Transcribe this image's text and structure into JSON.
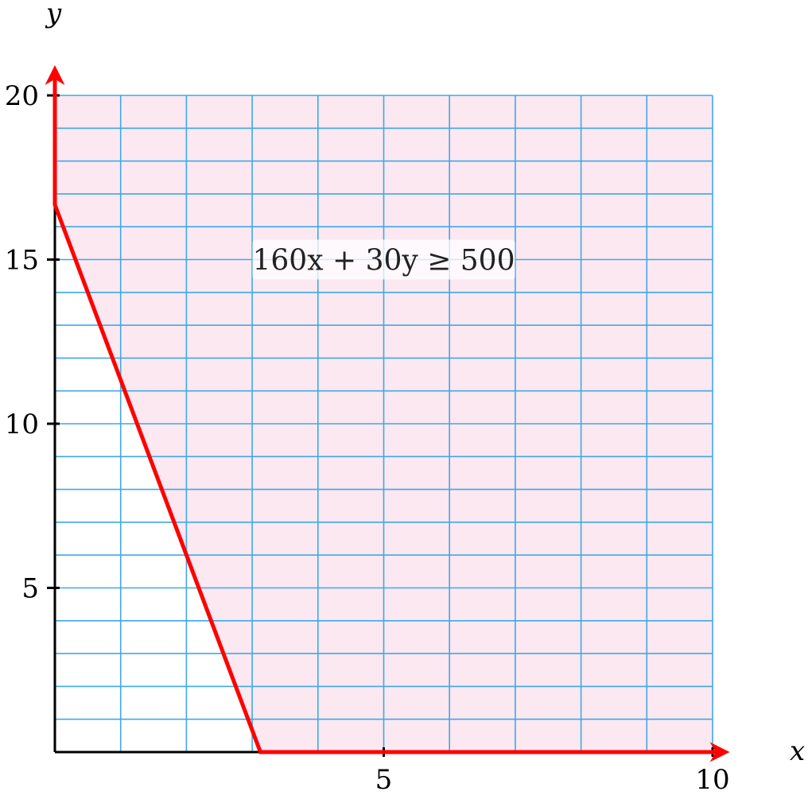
{
  "chart_data": {
    "type": "area",
    "xlabel": "x",
    "ylabel": "y",
    "xlim": [
      0,
      10
    ],
    "ylim": [
      0,
      20
    ],
    "x_ticks": [
      5,
      10
    ],
    "y_ticks": [
      5,
      10,
      15,
      20
    ],
    "grid": {
      "on": true,
      "x_step": 1,
      "y_step": 1,
      "color": "#3fa9e6"
    },
    "region": {
      "inequality": "160x + 30y ≥ 500",
      "fill_color": "#fbe8f1"
    },
    "boundary": {
      "color": "#ff0000",
      "points": [
        [
          0,
          20.8
        ],
        [
          0,
          16.67
        ],
        [
          3.125,
          0
        ],
        [
          10.2,
          0
        ]
      ]
    },
    "annotation": {
      "text": "160x + 30y ≥ 500",
      "x": 5,
      "y": 15
    },
    "colors": {
      "boundary": "#ff0000",
      "grid": "#3fa9e6",
      "axis": "#000000",
      "fill": "#fbe8f1"
    }
  }
}
